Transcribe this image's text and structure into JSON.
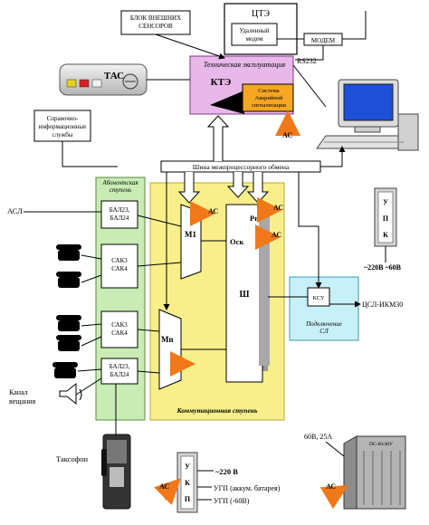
{
  "labels": {
    "blok_sensorov": [
      "БЛОК ВНЕШНИХ",
      "СЕНСОРОВ"
    ],
    "tse": "ЦТЭ",
    "udalenny_modem": [
      "Удаленный",
      "модем"
    ],
    "modem": "МОДЕМ",
    "tas": "ТАС",
    "rs232": "RS232",
    "tech_expl": "Техническая эксплуатация",
    "kte": "КТЭ",
    "alarm": [
      "Система",
      "Аварийной",
      "сигнализации"
    ],
    "ac": "АС",
    "sprav": [
      "Справочно-",
      "информационные",
      "службы"
    ],
    "bus": "Шина межпроцессорного обмена",
    "abon": [
      "Абонентская",
      "ступень"
    ],
    "asl": "АСЛ",
    "bal_1": [
      "БАЛ23,",
      "БАЛ24"
    ],
    "sak_1": [
      "САК3",
      "САК4"
    ],
    "sak_2": [
      "САК3",
      "САК4"
    ],
    "bal_2": [
      "БАЛ23,",
      "БАЛ24"
    ],
    "m1": "M1",
    "mn": "Mn",
    "osk": "Оск",
    "pvz": "Рвз",
    "sh": "Ш",
    "ksu": "КСУ",
    "podkl": [
      "Подключение",
      "СЛ"
    ],
    "csl": "ЦСЛ-ИКМ30",
    "upk": [
      "У",
      "П",
      "К"
    ],
    "pwr_220_60": "~220В ~60В",
    "kanal": [
      "Канал",
      "вещания"
    ],
    "kommut": "Коммутационная ступень",
    "taksofon": "Таксофон",
    "ukp": [
      "У",
      "К",
      "П"
    ],
    "pwr_220": "~220 В",
    "ugp1": "УГП (аккум. батарея)",
    "ugp2": "УГП (-60В)",
    "pwr_60_25": "60В, 25А",
    "ps": "ПС-60/48У"
  },
  "colors": {
    "kte_fill": "#e8b8ea",
    "alarm_fill": "#f5a623",
    "abon_fill": "#c9ebb4",
    "kommut_fill": "#f8ef8a",
    "podkl_fill": "#c8f0f8",
    "arrow_orange": "#f07818",
    "box_gray": "#d4d4d4"
  }
}
